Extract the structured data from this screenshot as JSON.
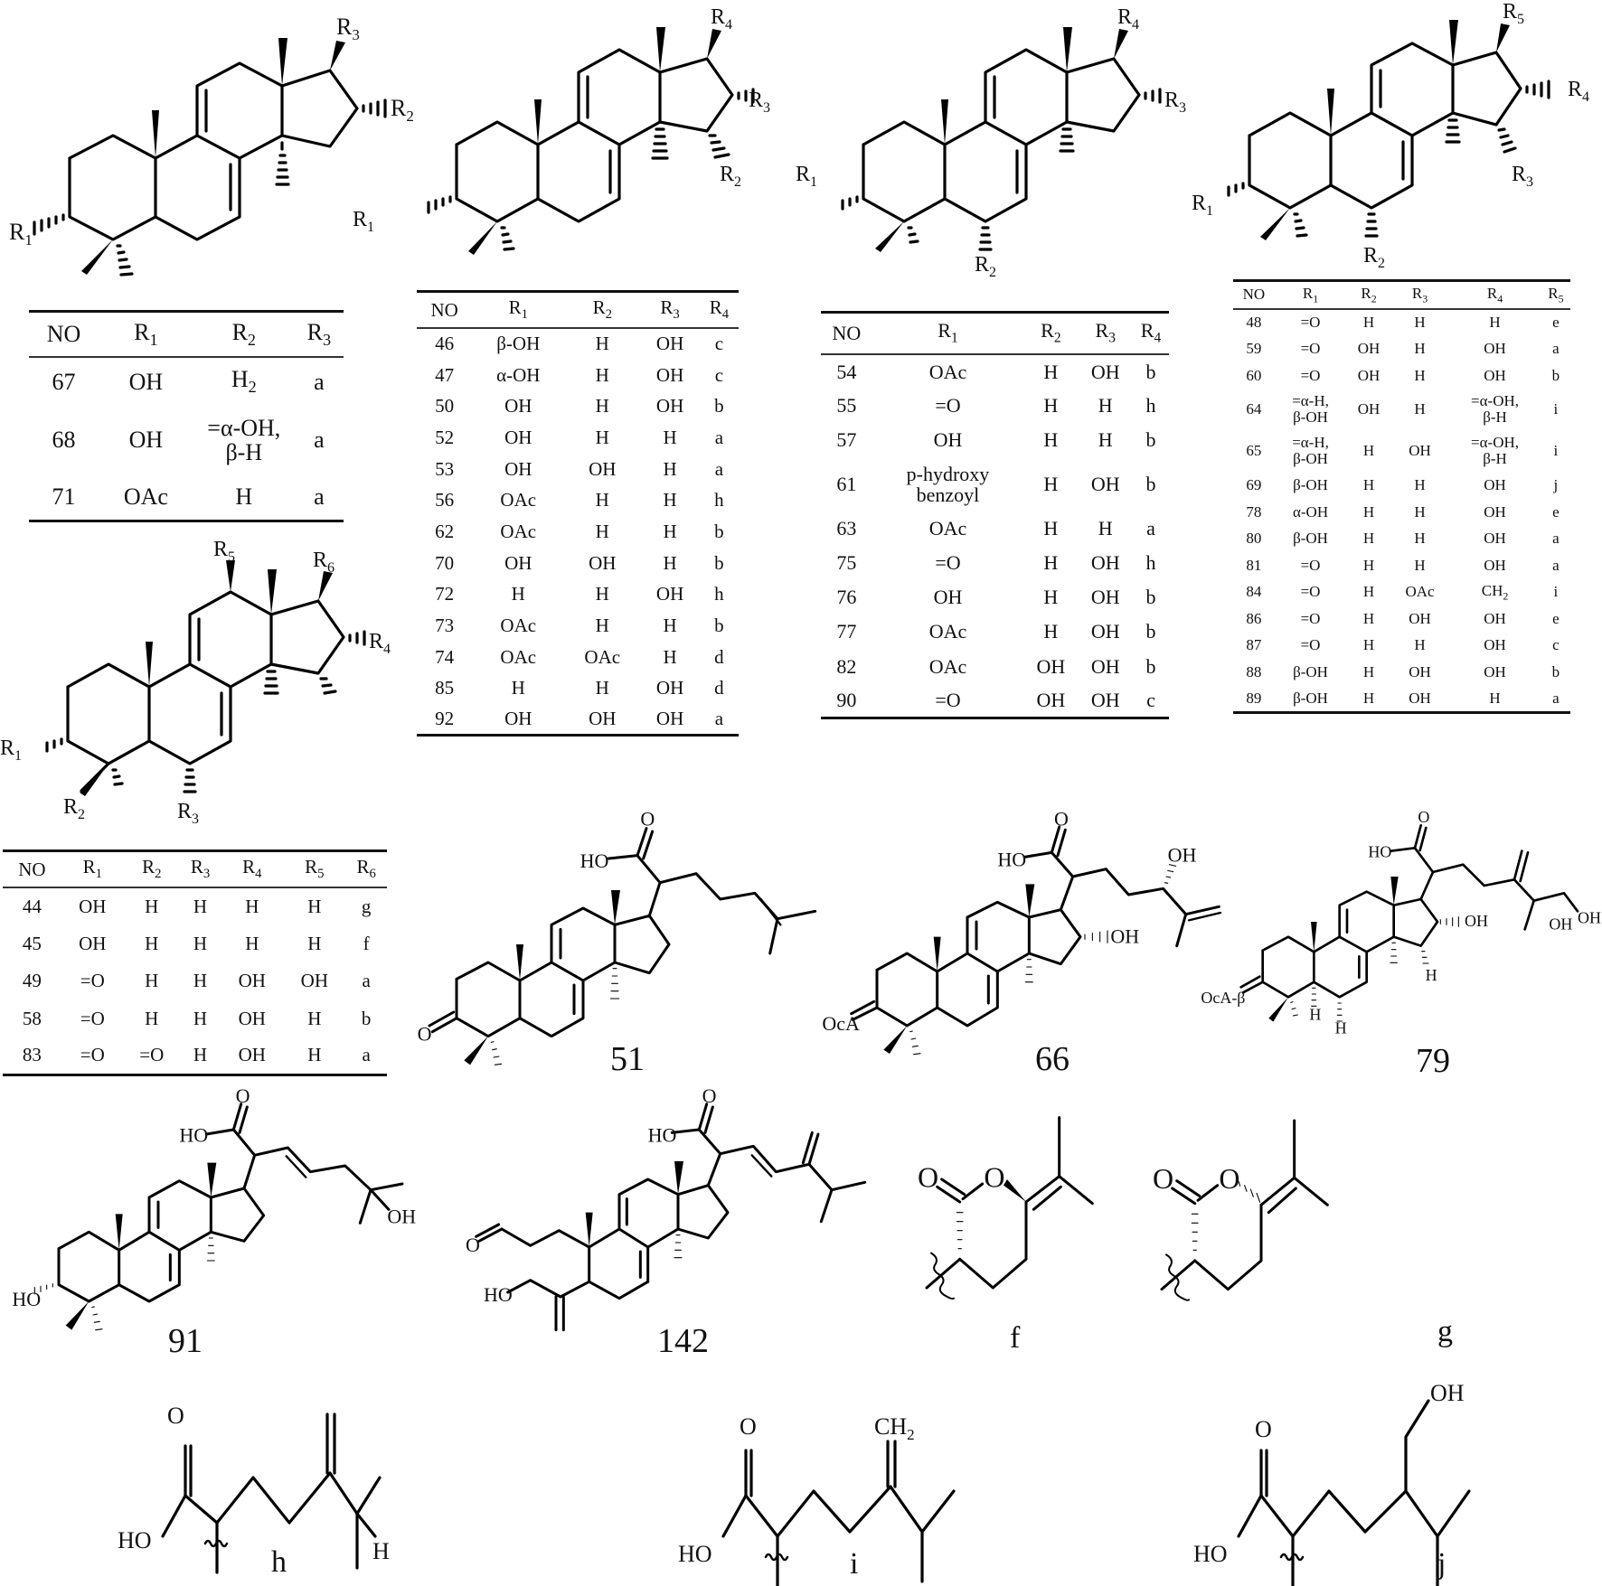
{
  "figure": {
    "scaffolds": [
      {
        "id": "scaffold-1",
        "substituents": [
          "R1",
          "R2",
          "R3"
        ]
      },
      {
        "id": "scaffold-2",
        "substituents": [
          "R1",
          "R2",
          "R3",
          "R4"
        ]
      },
      {
        "id": "scaffold-3",
        "substituents": [
          "R1",
          "R2",
          "R3",
          "R4"
        ]
      },
      {
        "id": "scaffold-4",
        "substituents": [
          "R1",
          "R2",
          "R3",
          "R4",
          "R5"
        ]
      },
      {
        "id": "scaffold-5",
        "substituents": [
          "R1",
          "R2",
          "R3",
          "R4",
          "R5",
          "R6"
        ]
      }
    ],
    "tables": {
      "t1": {
        "headers": [
          "NO",
          "R1",
          "R2",
          "R3"
        ],
        "rows": [
          [
            "67",
            "OH",
            "H2",
            "a"
          ],
          [
            "68",
            "OH",
            "=α-OH, β-H",
            "a"
          ],
          [
            "71",
            "OAc",
            "H",
            "a"
          ]
        ]
      },
      "t2": {
        "headers": [
          "NO",
          "R1",
          "R2",
          "R3",
          "R4"
        ],
        "rows": [
          [
            "46",
            "β-OH",
            "H",
            "OH",
            "c"
          ],
          [
            "47",
            "α-OH",
            "H",
            "OH",
            "c"
          ],
          [
            "50",
            "OH",
            "H",
            "OH",
            "b"
          ],
          [
            "52",
            "OH",
            "H",
            "H",
            "a"
          ],
          [
            "53",
            "OH",
            "OH",
            "H",
            "a"
          ],
          [
            "56",
            "OAc",
            "H",
            "H",
            "h"
          ],
          [
            "62",
            "OAc",
            "H",
            "H",
            "b"
          ],
          [
            "70",
            "OH",
            "OH",
            "H",
            "b"
          ],
          [
            "72",
            "H",
            "H",
            "OH",
            "h"
          ],
          [
            "73",
            "OAc",
            "H",
            "H",
            "b"
          ],
          [
            "74",
            "OAc",
            "OAc",
            "H",
            "d"
          ],
          [
            "85",
            "H",
            "H",
            "OH",
            "d"
          ],
          [
            "92",
            "OH",
            "OH",
            "OH",
            "a"
          ]
        ]
      },
      "t3": {
        "headers": [
          "NO",
          "R1",
          "R2",
          "R3",
          "R4"
        ],
        "rows": [
          [
            "54",
            "OAc",
            "H",
            "OH",
            "b"
          ],
          [
            "55",
            "=O",
            "H",
            "H",
            "h"
          ],
          [
            "57",
            "OH",
            "H",
            "H",
            "b"
          ],
          [
            "61",
            "p-hydroxy benzoyl",
            "H",
            "OH",
            "b"
          ],
          [
            "63",
            "OAc",
            "H",
            "H",
            "a"
          ],
          [
            "75",
            "=O",
            "H",
            "OH",
            "h"
          ],
          [
            "76",
            "OH",
            "H",
            "OH",
            "b"
          ],
          [
            "77",
            "OAc",
            "H",
            "OH",
            "b"
          ],
          [
            "82",
            "OAc",
            "OH",
            "OH",
            "b"
          ],
          [
            "90",
            "=O",
            "OH",
            "OH",
            "c"
          ]
        ]
      },
      "t4": {
        "headers": [
          "NO",
          "R1",
          "R2",
          "R3",
          "R4",
          "R5"
        ],
        "rows": [
          [
            "48",
            "=O",
            "H",
            "H",
            "H",
            "e"
          ],
          [
            "59",
            "=O",
            "OH",
            "H",
            "OH",
            "a"
          ],
          [
            "60",
            "=O",
            "OH",
            "H",
            "OH",
            "b"
          ],
          [
            "64",
            "=α-H, β-OH",
            "OH",
            "H",
            "=α-OH, β-H",
            "i"
          ],
          [
            "65",
            "=α-H, β-OH",
            "H",
            "OH",
            "=α-OH, β-H",
            "i"
          ],
          [
            "69",
            "β-OH",
            "H",
            "H",
            "OH",
            "j"
          ],
          [
            "78",
            "α-OH",
            "H",
            "H",
            "OH",
            "e"
          ],
          [
            "80",
            "β-OH",
            "H",
            "H",
            "OH",
            "a"
          ],
          [
            "81",
            "=O",
            "H",
            "H",
            "OH",
            "a"
          ],
          [
            "84",
            "=O",
            "H",
            "OAc",
            "CH2",
            "i"
          ],
          [
            "86",
            "=O",
            "H",
            "OH",
            "OH",
            "e"
          ],
          [
            "87",
            "=O",
            "H",
            "H",
            "OH",
            "c"
          ],
          [
            "88",
            "β-OH",
            "H",
            "OH",
            "OH",
            "b"
          ],
          [
            "89",
            "β-OH",
            "H",
            "OH",
            "H",
            "a"
          ]
        ]
      },
      "t5": {
        "headers": [
          "NO",
          "R1",
          "R2",
          "R3",
          "R4",
          "R5",
          "R6"
        ],
        "rows": [
          [
            "44",
            "OH",
            "H",
            "H",
            "H",
            "H",
            "g"
          ],
          [
            "45",
            "OH",
            "H",
            "H",
            "H",
            "H",
            "f"
          ],
          [
            "49",
            "=O",
            "H",
            "H",
            "OH",
            "OH",
            "a"
          ],
          [
            "58",
            "=O",
            "H",
            "H",
            "OH",
            "H",
            "b"
          ],
          [
            "83",
            "=O",
            "=O",
            "H",
            "OH",
            "H",
            "a"
          ]
        ]
      }
    },
    "compounds": {
      "c51": {
        "label": "51"
      },
      "c66": {
        "label": "66"
      },
      "c79": {
        "label": "79"
      },
      "c91": {
        "label": "91"
      },
      "c142": {
        "label": "142"
      }
    },
    "side_chains": {
      "f": {
        "label": "f"
      },
      "g": {
        "label": "g"
      },
      "h": {
        "label": "h"
      },
      "i": {
        "label": "i"
      },
      "j": {
        "label": "j"
      }
    },
    "atom_labels": {
      "HO": "HO",
      "OH": "OH",
      "O": "O",
      "H": "H",
      "OcA": "OcA",
      "OcA_beta": "OcA-β",
      "CH2": "CH₂"
    }
  }
}
